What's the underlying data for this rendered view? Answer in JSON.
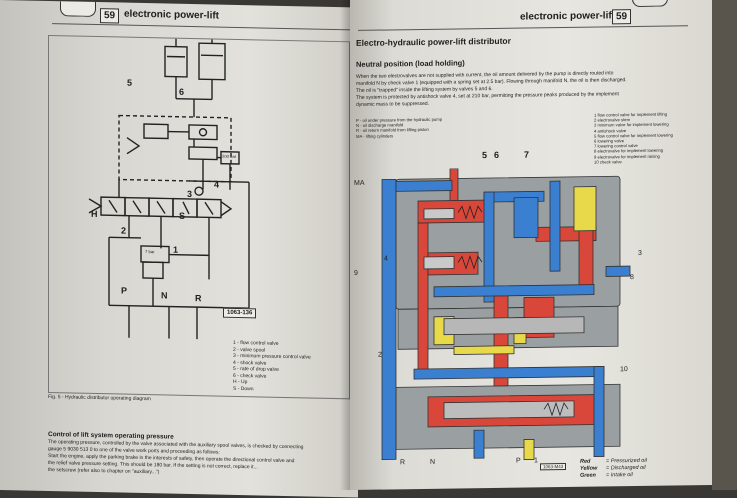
{
  "left_page": {
    "page_number": "59",
    "header_title": "electronic power-lift",
    "schematic_labels": {
      "n5": "5",
      "n6": "6",
      "n4": "4",
      "n3": "3",
      "n2": "2",
      "n1": "1",
      "H": "H",
      "S": "S",
      "P": "P",
      "N": "N",
      "R": "R",
      "bar200": "200 bar",
      "bar7": "7 bar"
    },
    "drawing_ref": "1063-136",
    "parts_list": [
      "1 - flow control valve",
      "2 - valve spool",
      "3 - minimum pressure control valve",
      "4 - shock valve",
      "5 - rate of drop valve",
      "6 - check valve",
      "H - Up",
      "S - Down"
    ],
    "figure_caption": "Fig. 5 - Hydraulic distributor operating diagram",
    "section_title": "Control of lift system operating pressure",
    "section_lines": [
      "The operating pressure, controlled by the valve associated with the auxiliary spool valves, is checked by connecting",
      "gauge 5 9030 513 0 to one of the valve work ports and proceeding as follows:",
      "Start the engine, apply the parking brake in the interests of safety, then operate the directional control valve and",
      "the relief valve pressure setting. This should be 180 bar. If the setting is not correct, replace it...",
      "the setscrew (refer also to chapter on \"auxiliary...\")"
    ]
  },
  "right_page": {
    "page_number": "59",
    "header_title": "electronic power-lift",
    "title": "Electro-hydraulic power-lift distributor",
    "subtitle": "Neutral position (load holding)",
    "intro_lines": [
      "When the two electrovalves are not supplied with current, the oil amount delivered by the pump is directly routed into",
      "manifold N by check valve 1 (equipped with a spring set at 2.5 bar). Flowing through manifold N, the oil is then discharged.",
      "The oil is \"trapped\" inside the lifting system by valves 5 and 6.",
      "The system is protected by antishock valve 4, set at 210 bar, permitting the pressure peaks produced by the implement",
      "dynamic mass to be suppressed."
    ],
    "port_list": [
      "P - oil under pressure from the hydraulic pump",
      "N - oil discharge manifold",
      "R - oil return manifold from lifting piston",
      "MA - lifting cylinders"
    ],
    "component_list": [
      "1  flow control valve for implement lifting",
      "2  electrovalve stem",
      "3  minimum valve for implement lowering",
      "4  antishock valve",
      "5  flow control valve for implement lowering",
      "6  lowering valve",
      "7  lowering control valve",
      "8  electrovalve for implement lowering",
      "9  electrovalve for implement raising",
      "10 check valve"
    ],
    "diagram_labels": {
      "n5": "5",
      "n6": "6",
      "n7": "7",
      "MA": "MA",
      "n9": "9",
      "n4": "4",
      "n3": "3",
      "n8": "8",
      "n2": "2",
      "n10": "10",
      "R": "R",
      "N": "N",
      "P": "P",
      "n1": "1"
    },
    "drawing_ref": "1063-M43",
    "color_legend": [
      {
        "key": "Red",
        "meaning": "= Pressurized oil"
      },
      {
        "key": "Yellow",
        "meaning": "= Discharged oil"
      },
      {
        "key": "Green",
        "meaning": "= Intake oil"
      }
    ],
    "colors": {
      "pressurized": "#d9473a",
      "discharged": "#e8d94a",
      "intake": "#3a7fd0",
      "casing": "#9aa0a2"
    }
  }
}
